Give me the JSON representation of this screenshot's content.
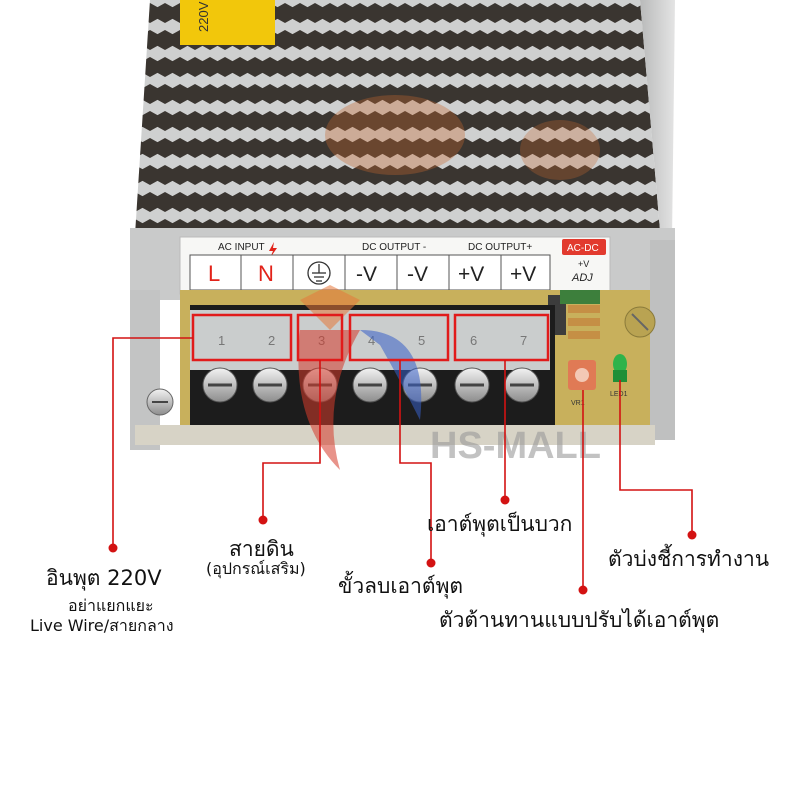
{
  "terminal_strip": {
    "ac_input_header": "AC INPUT",
    "dc_output_neg_header": "DC OUTPUT -",
    "dc_output_pos_header": "DC OUTPUT+",
    "badge": "AC-DC",
    "adj_plus": "+V",
    "adj_label": "ADJ",
    "terminals": [
      "L",
      "N",
      "⏚",
      "-V",
      "-V",
      "+V",
      "+V"
    ],
    "numbers": [
      "1",
      "2",
      "3",
      "4",
      "5",
      "6",
      "7"
    ]
  },
  "sticker_text": "220V",
  "watermark": "HS-MALL",
  "pcb": {
    "vr_label": "VR1",
    "led_label": "LED1"
  },
  "annotations": {
    "input_title": "อินพุต 220V",
    "input_note_1": "อย่าแยกแยะ",
    "input_note_2": "Live Wire/สายกลาง",
    "ground_title": "สายดิน",
    "ground_note": "(อุปกรณ์เสริม)",
    "negative_output": "ขั้วลบเอาต์พุต",
    "positive_output": "เอาต์พุตเป็นบวก",
    "indicator": "ตัวบ่งชี้การทำงาน",
    "adjustable_resistor": "ตัวต้านทานแบบปรับได้เอาต์พุต"
  },
  "colors": {
    "annotation_line": "#d31212",
    "highlight_box": "#e11b1b",
    "badge_bg": "#e23a2e"
  }
}
